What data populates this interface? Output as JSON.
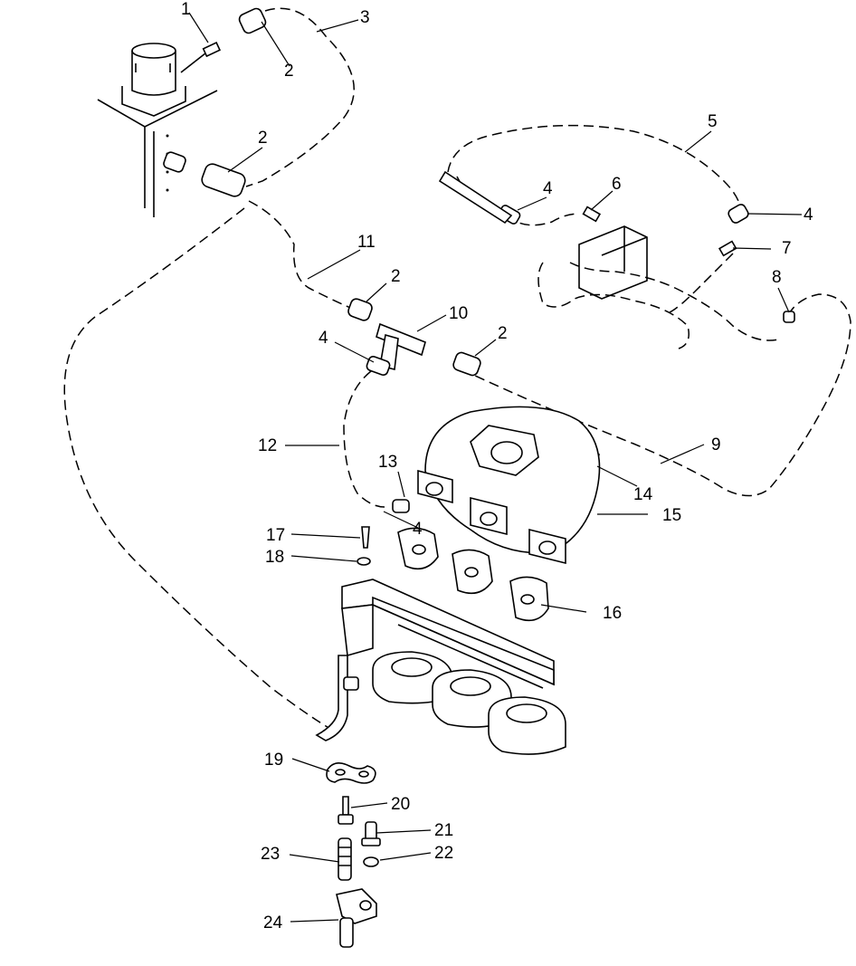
{
  "diagram": {
    "callouts": [
      {
        "id": "c1",
        "text": "1"
      },
      {
        "id": "c2a",
        "text": "2"
      },
      {
        "id": "c3",
        "text": "3"
      },
      {
        "id": "c2b",
        "text": "2"
      },
      {
        "id": "c5",
        "text": "5"
      },
      {
        "id": "c4a",
        "text": "4"
      },
      {
        "id": "c6",
        "text": "6"
      },
      {
        "id": "c4b",
        "text": "4"
      },
      {
        "id": "c7",
        "text": "7"
      },
      {
        "id": "c11",
        "text": "11"
      },
      {
        "id": "c2c",
        "text": "2"
      },
      {
        "id": "c8",
        "text": "8"
      },
      {
        "id": "c10",
        "text": "10"
      },
      {
        "id": "c4c",
        "text": "4"
      },
      {
        "id": "c2d",
        "text": "2"
      },
      {
        "id": "c12",
        "text": "12"
      },
      {
        "id": "c9",
        "text": "9"
      },
      {
        "id": "c13",
        "text": "13"
      },
      {
        "id": "c14",
        "text": "14"
      },
      {
        "id": "c15",
        "text": "15"
      },
      {
        "id": "c4d",
        "text": "4"
      },
      {
        "id": "c17",
        "text": "17"
      },
      {
        "id": "c18",
        "text": "18"
      },
      {
        "id": "c16",
        "text": "16"
      },
      {
        "id": "c19",
        "text": "19"
      },
      {
        "id": "c20",
        "text": "20"
      },
      {
        "id": "c21",
        "text": "21"
      },
      {
        "id": "c23",
        "text": "23"
      },
      {
        "id": "c22",
        "text": "22"
      },
      {
        "id": "c24",
        "text": "24"
      }
    ]
  }
}
